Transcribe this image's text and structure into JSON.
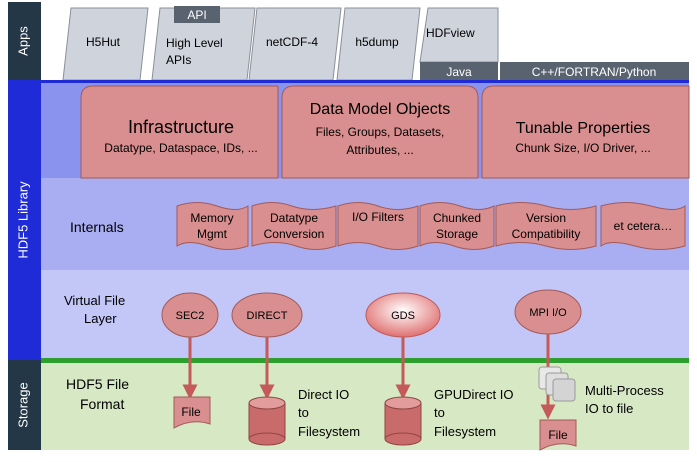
{
  "side_labels": {
    "apps": "Apps",
    "library": "HDF5 Library",
    "storage": "Storage"
  },
  "apps": {
    "h5hut": "H5Hut",
    "high_level_line1": "High Level",
    "high_level_line2": "APIs",
    "api_tab": "API",
    "netcdf": "netCDF-4",
    "h5dump": "h5dump",
    "hdfview": "HDFview",
    "java": "Java",
    "cpp": "C++/FORTRAN/Python"
  },
  "data_model": {
    "infrastructure_title": "Infrastructure",
    "infrastructure_sub": "Datatype, Dataspace, IDs, ...",
    "dmo_title": "Data Model Objects",
    "dmo_sub1": "Files, Groups, Datasets,",
    "dmo_sub2": "Attributes, ...",
    "tunable_title": "Tunable Properties",
    "tunable_sub": "Chunk Size, I/O Driver, ..."
  },
  "internals": {
    "label": "Internals",
    "memory1": "Memory",
    "memory2": "Mgmt",
    "datatype1": "Datatype",
    "datatype2": "Conversion",
    "io_filters": "I/O Filters",
    "chunked1": "Chunked",
    "chunked2": "Storage",
    "version1": "Version",
    "version2": "Compatibility",
    "etcetera": "et cetera…"
  },
  "vfl": {
    "label1": "Virtual File",
    "label2": "Layer",
    "sec2": "SEC2",
    "direct": "DIRECT",
    "gds": "GDS",
    "mpiio": "MPI I/O"
  },
  "storage": {
    "label1": "HDF5 File",
    "label2": "Format",
    "file1": "File",
    "direct_io1": "Direct IO",
    "direct_io2": "to",
    "direct_io3": "Filesystem",
    "gpu_io1": "GPUDirect IO",
    "gpu_io2": "to",
    "gpu_io3": "Filesystem",
    "mp1": "Multi-Process",
    "mp2": "IO to file",
    "file2": "File"
  },
  "colors": {
    "side_dark": "#243746",
    "side_blue": "#1f2bd6",
    "band_top": "#8a93ee",
    "band_mid": "#a9aef2",
    "band_low": "#c3c7f7",
    "storage_bg": "#d7e8c4",
    "green_line": "#2e9e2e",
    "box_fill": "#d98f8f",
    "box_stroke": "#a35a5a",
    "cylinder": "#c96b6b",
    "apps_gray": "#cfd3dc",
    "apps_dark": "#596370"
  }
}
